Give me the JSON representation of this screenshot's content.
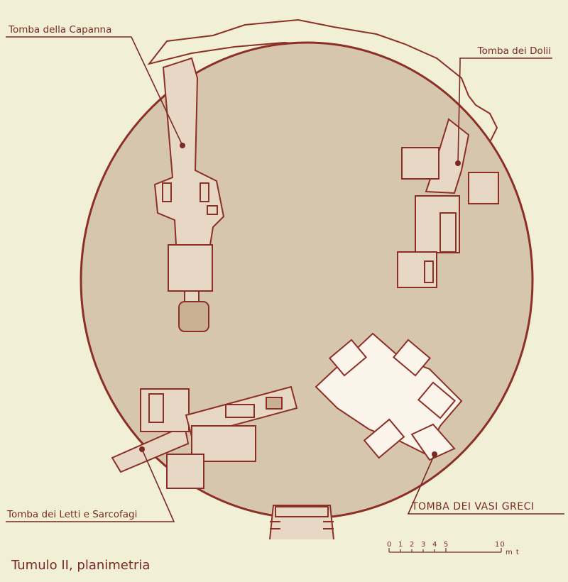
{
  "title": "Tumulo II, planimetria",
  "colors": {
    "background": "#f1f0d6",
    "tumulus_fill": "#d7c6ae",
    "outline": "#8c2f26",
    "room_fill": "#e6d8c4",
    "greek_vases_fill": "#fbf4ea"
  },
  "tombs": [
    {
      "label": "Tomba della Capanna"
    },
    {
      "label": "Tomba dei Dolii"
    },
    {
      "label": "Tomba dei Letti e Sarcofagi"
    },
    {
      "label": "TOMBA DEI VASI GRECI"
    }
  ],
  "scale_bar": {
    "ticks": [
      "0",
      "1",
      "2",
      "3",
      "4",
      "5",
      "10"
    ],
    "unit": "m t"
  }
}
